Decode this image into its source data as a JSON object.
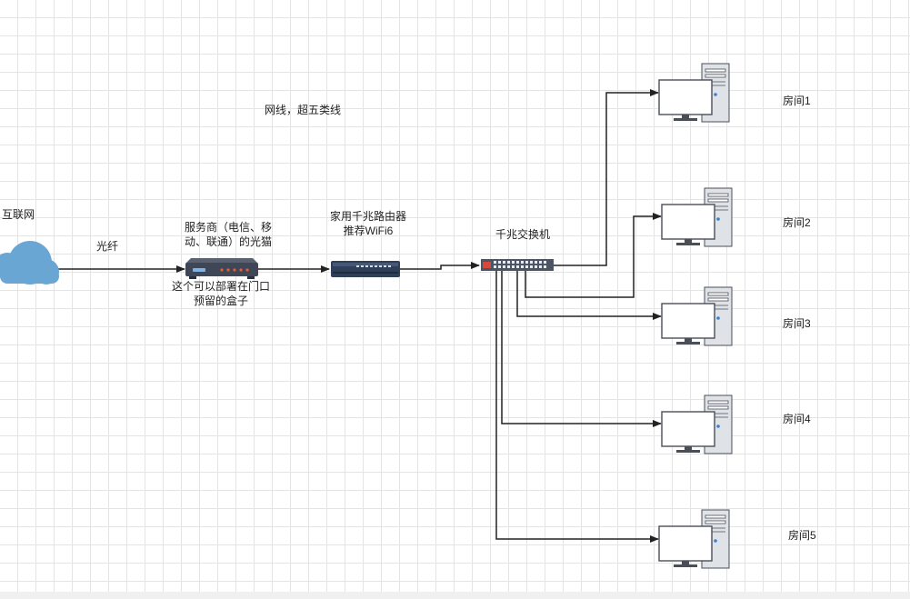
{
  "labels": {
    "internet": "互联网",
    "fiber": "光纤",
    "ethernet": "网线，超五类线",
    "modem_line1": "服务商（电信、移",
    "modem_line2": "动、联通）的光猫",
    "modem_note_line1": "这个可以部署在门口",
    "modem_note_line2": "预留的盒子",
    "router_line1": "家用千兆路由器",
    "router_line2": "推荐WiFi6",
    "switch": "千兆交换机",
    "room1": "房间1",
    "room2": "房间2",
    "room3": "房间3",
    "room4": "房间4",
    "room5": "房间5"
  },
  "icons": {
    "cloud": "cloud-icon",
    "modem": "modem-icon",
    "router": "router-icon",
    "switch": "switch-icon",
    "computer": "computer-icon"
  },
  "colors": {
    "cloud": "#6aa6d3",
    "connector": "#222222",
    "device_dark": "#3d4a5c",
    "pc_gray": "#dfe3e8"
  }
}
